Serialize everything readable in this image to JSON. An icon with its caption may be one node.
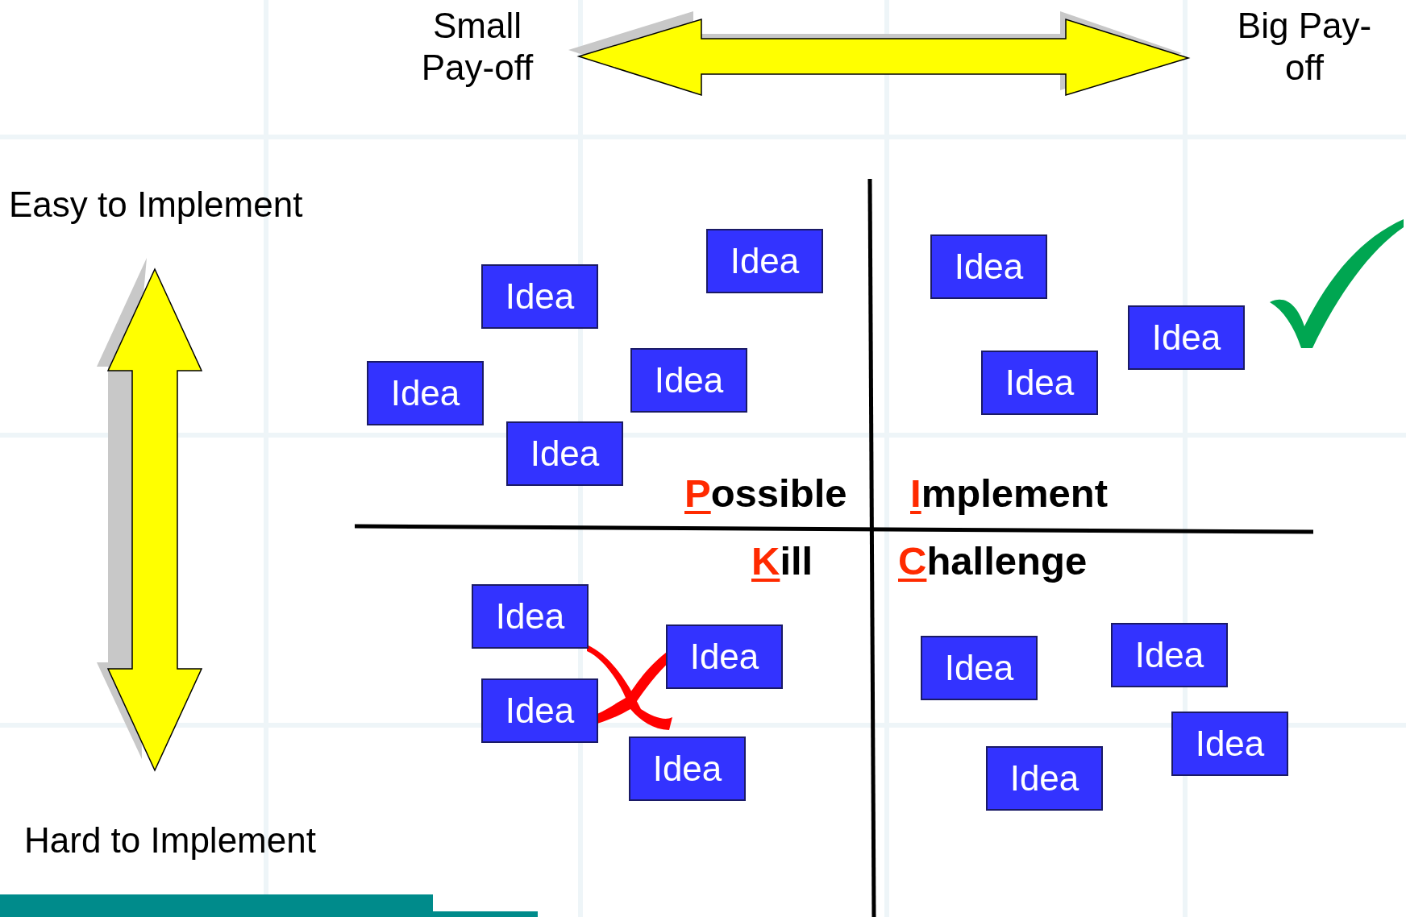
{
  "diagram": {
    "nodes": [
      {
        "text": [
          "Idea"
        ]
      },
      {
        "text": [
          "Idea"
        ]
      },
      {
        "text": [
          "Idea"
        ]
      },
      {
        "text": [
          "Idea"
        ]
      },
      {
        "text": [
          "Idea"
        ]
      },
      {
        "text": [
          "Idea"
        ]
      },
      {
        "text": [
          "Idea"
        ]
      },
      {
        "text": [
          "Idea"
        ]
      },
      {
        "text": [
          "Idea"
        ]
      },
      {
        "text": [
          "Idea"
        ]
      },
      {
        "text": [
          "Idea"
        ]
      },
      {
        "text": [
          "Idea"
        ]
      },
      {
        "text": [
          "Idea"
        ]
      },
      {
        "text": [
          "Idea"
        ]
      },
      {
        "text": [
          "Idea"
        ]
      },
      {
        "text": [
          "Idea"
        ]
      }
    ],
    "labels": [
      "Small Pay-off",
      "Big Pay-off",
      "Easy to Implement",
      "Hard to Implement",
      "Possible",
      "Implement",
      "Kill",
      "Challenge"
    ]
  }
}
